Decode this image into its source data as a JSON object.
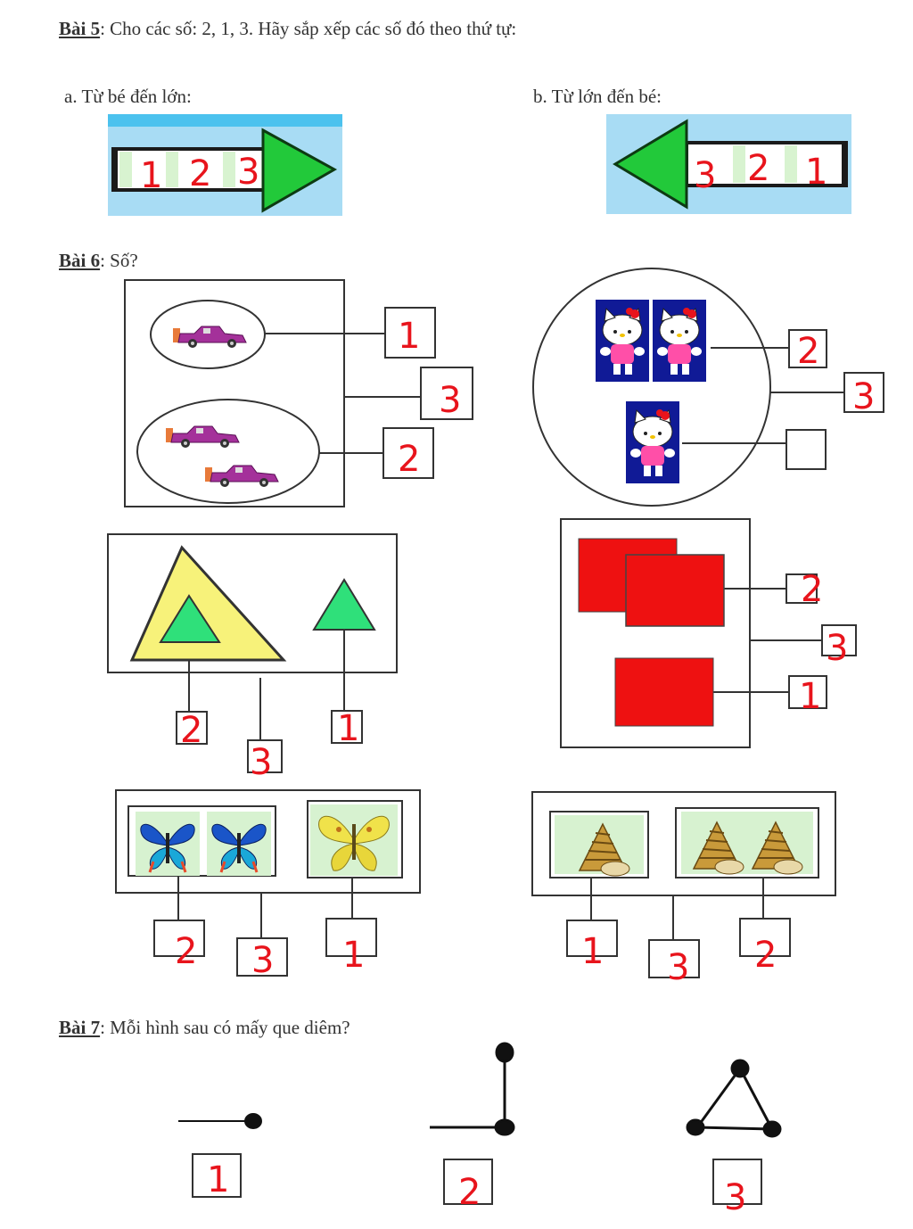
{
  "bai5": {
    "label": "Bài 5",
    "text": ": Cho các số: 2, 1, 3. Hãy sắp xếp các số đó theo thứ tự:",
    "part_a": "a. Từ bé đến lớn:",
    "part_b": "b. Từ lớn đến bé:",
    "answers_a": [
      "1",
      "2",
      "3"
    ],
    "answers_b": [
      "3",
      "2",
      "1"
    ]
  },
  "bai6": {
    "label": "Bài 6",
    "text": ": Số?",
    "cars": {
      "top": "1",
      "total": "3",
      "bottom": "2"
    },
    "kitty": {
      "top": "2",
      "total": "3",
      "bottom": ""
    },
    "triangles": {
      "big": "2",
      "total": "3",
      "small": "1"
    },
    "squares": {
      "top": "2",
      "total": "3",
      "bottom": "1"
    },
    "butterflies": {
      "left": "2",
      "total": "3",
      "right": "1"
    },
    "snails": {
      "left": "1",
      "total": "3",
      "right": "2"
    }
  },
  "bai7": {
    "label": "Bài 7",
    "text": ": Mỗi hình sau có mấy que diêm?",
    "answers": [
      "1",
      "2",
      "3"
    ]
  },
  "colors": {
    "handwriting": "#e8141c",
    "arrow_green": "#22c93a",
    "panel_blue": "#a8dcf4",
    "square_red": "#ee1111"
  }
}
